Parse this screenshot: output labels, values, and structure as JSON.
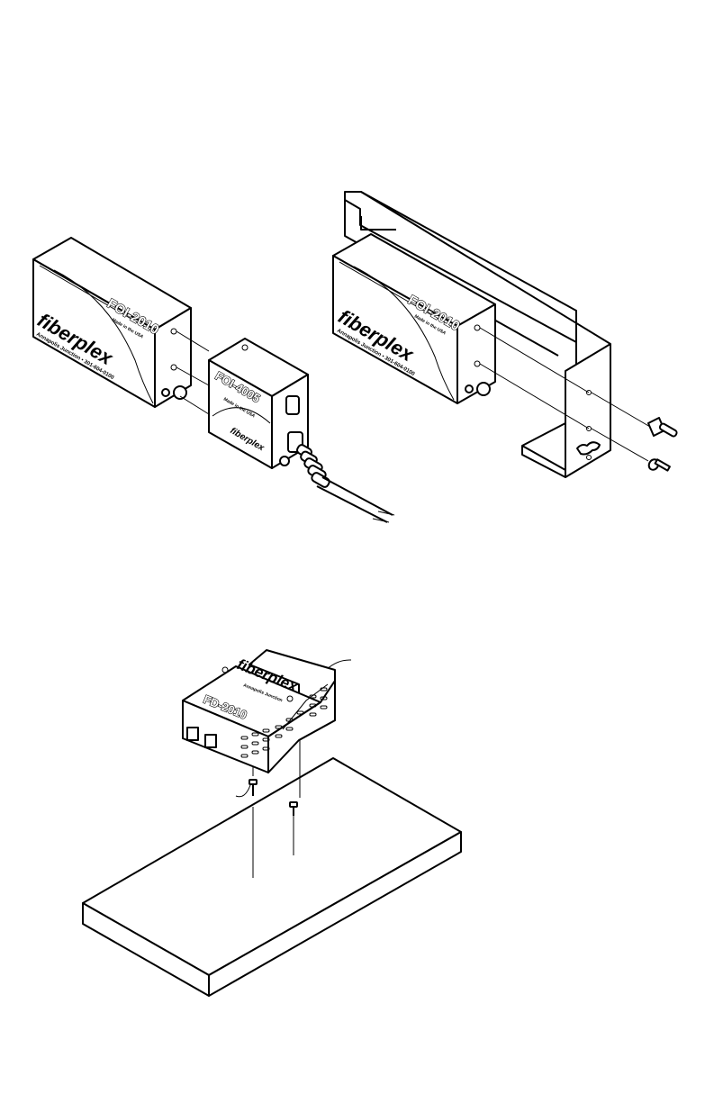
{
  "illustration_1": {
    "unit_left": {
      "model": "FOI-2010",
      "brand": "fiberplex",
      "origin": "Made in the USA",
      "footer": "Annapolis Junction • 301-604-0100"
    },
    "unit_right": {
      "model": "FOI-2010",
      "brand": "fiberplex",
      "origin": "Made in the USA",
      "footer": "Annapolis Junction • 301-604-0100"
    },
    "adapter": {
      "model": "FOI-4005",
      "brand": "fiberplex",
      "origin": "Made in the USA"
    }
  },
  "illustration_2": {
    "unit": {
      "model": "FD-2010",
      "brand": "fiberplex",
      "subtitle": "Annapolis Junction"
    }
  }
}
